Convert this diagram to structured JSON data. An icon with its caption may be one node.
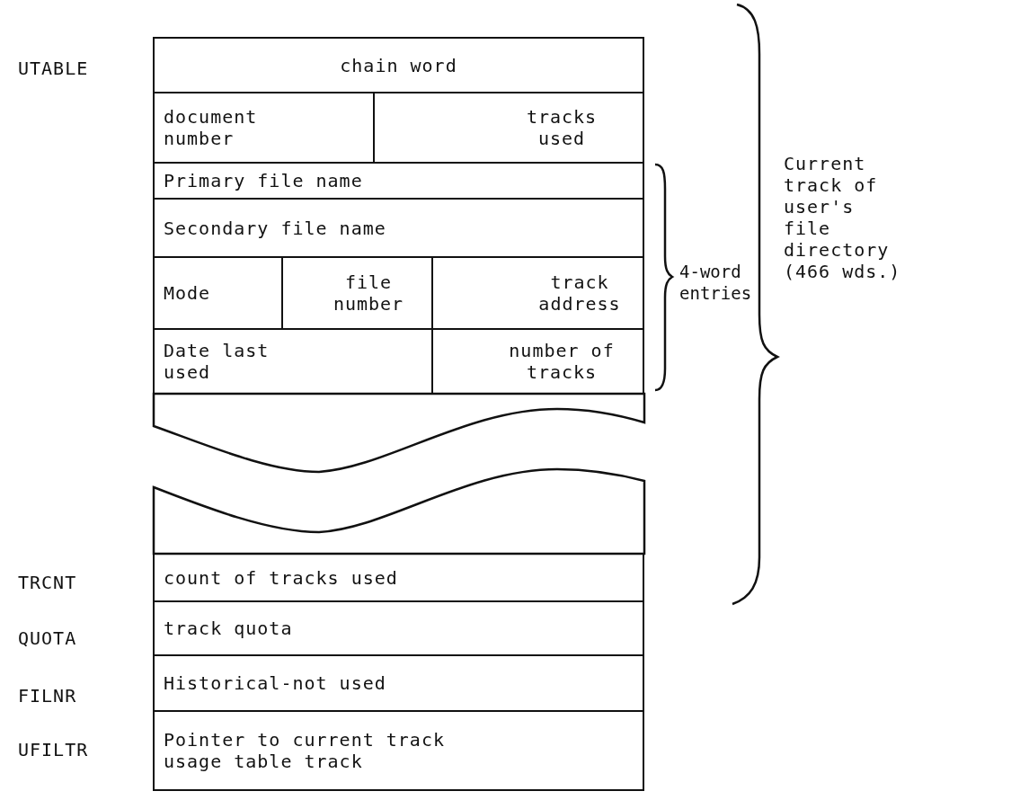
{
  "diagram": {
    "labels": [
      "UTABLE",
      "chain word",
      "document number",
      "tracks used",
      "Primary file name",
      "Secondary file name",
      "Mode",
      "file number",
      "track address",
      "Date last used",
      "number of tracks",
      "TRCNT",
      "count of tracks used",
      "QUOTA",
      "track quota",
      "FILNR",
      "Historical-not used",
      "UFILTR",
      "Pointer to current track usage table track",
      "4-word entries",
      "Current track of user's file directory (466 wds.)"
    ]
  }
}
